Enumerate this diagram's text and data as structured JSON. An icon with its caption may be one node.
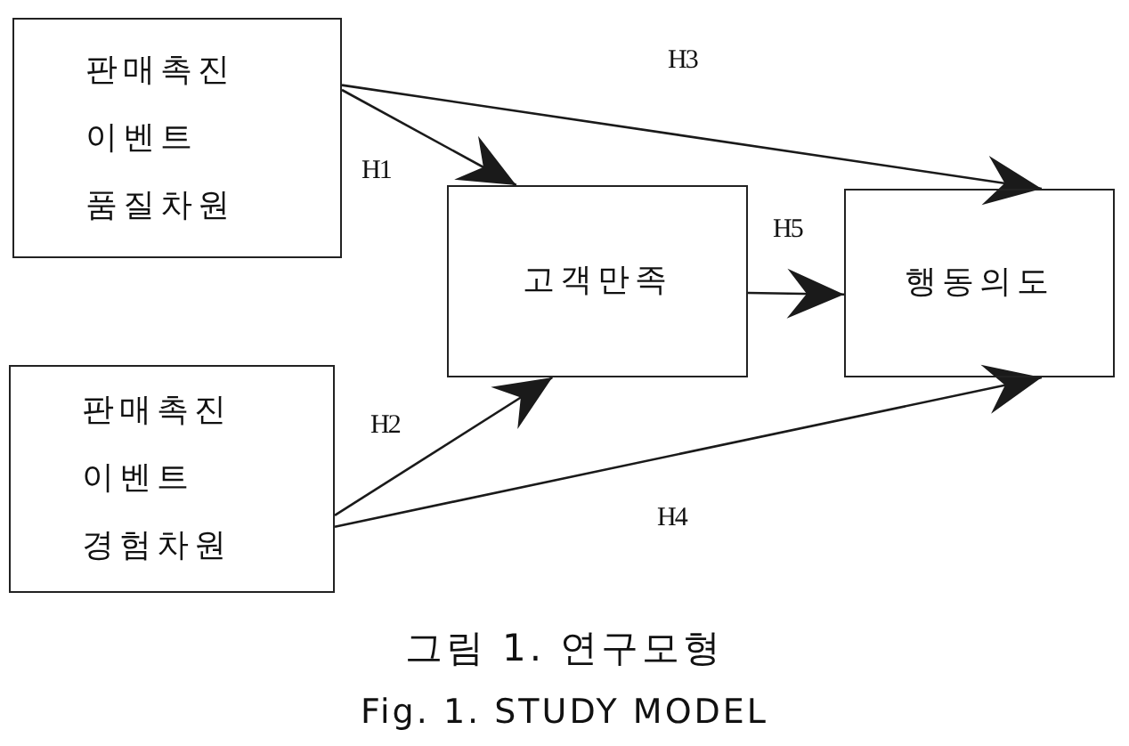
{
  "diagram": {
    "caption": "그림 1. 연구모형",
    "nodes": [
      {
        "text": [
          "판매촉진 이벤트 품질차원"
        ]
      },
      {
        "text": [
          "판매촉진 이벤트 경험차원"
        ]
      },
      {
        "text": [
          "고객만족"
        ]
      },
      {
        "text": [
          "행동의도"
        ]
      }
    ],
    "edges": [
      {
        "from": 0,
        "to": 2,
        "arrow": "to",
        "label": "H1"
      },
      {
        "from": 1,
        "to": 2,
        "arrow": "to",
        "label": "H2"
      },
      {
        "from": 0,
        "to": 3,
        "arrow": "to",
        "label": "H3"
      },
      {
        "from": 1,
        "to": 3,
        "arrow": "to",
        "label": "H4"
      },
      {
        "from": 2,
        "to": 3,
        "arrow": "to",
        "label": "H5"
      }
    ],
    "labels": [
      "Fig. 1. STUDY MODEL"
    ]
  }
}
